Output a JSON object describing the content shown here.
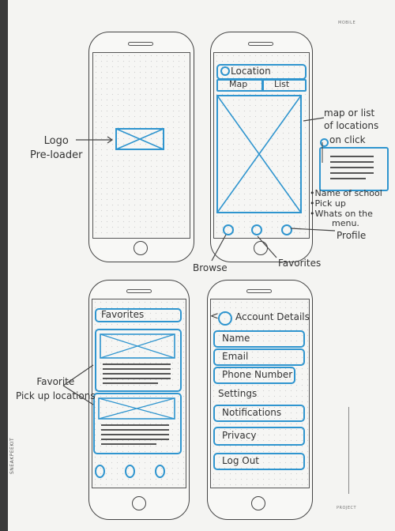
{
  "annotations": {
    "logo": "Logo\nPre-loader",
    "map_list": "map or list\nof locations",
    "on_click": "on click",
    "bullet1": "•Name of school",
    "bullet2": "•Pick up",
    "bullet3": "•Whats on the",
    "bullet3b": "menu.",
    "profile": "Profile",
    "browse": "Browse",
    "favorites": "Favorites",
    "favorite_pickup": "Favorite\nPick up locations"
  },
  "screen2": {
    "location": "Location",
    "tab_map": "Map",
    "tab_list": "List"
  },
  "screen3": {
    "title": "Favorites"
  },
  "screen4": {
    "title": "Account Details",
    "name": "Name",
    "email": "Email",
    "phone": "Phone Number",
    "settings": "Settings",
    "notifications": "Notifications",
    "privacy": "Privacy",
    "logout": "Log Out"
  },
  "brand": "SNEAKPEEKIT",
  "page_label": "MOBILE",
  "project_label": "PROJECT"
}
